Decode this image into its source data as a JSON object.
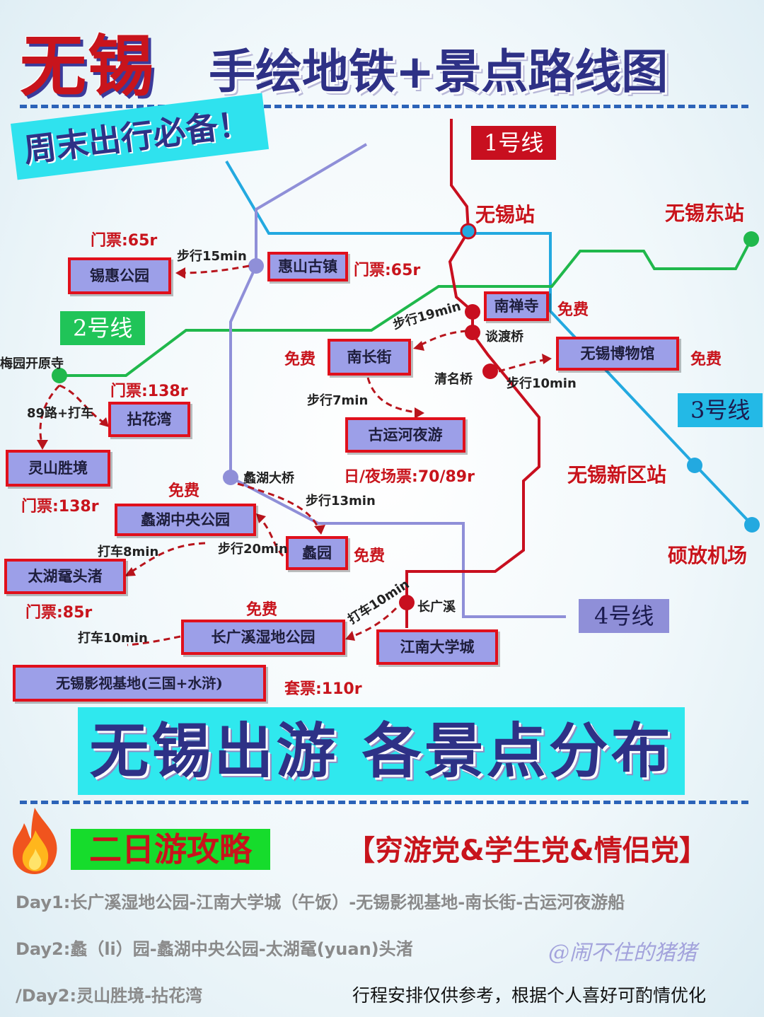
{
  "header": {
    "city": "无锡",
    "subtitle": "手绘地铁+景点路线图",
    "weekend_banner": "周末出行必备！"
  },
  "lines": {
    "line1": "1号线",
    "line2": "2号线",
    "line3": "3号线",
    "line4": "4号线",
    "colors": {
      "line1": "#c80f1f",
      "line2": "#20b84c",
      "line3": "#23a9e0",
      "line4": "#8f8fd8"
    }
  },
  "stations": {
    "wuxi_station": "无锡站",
    "wuxi_east": "无锡东站",
    "wuxi_xinqu": "无锡新区站",
    "shuofang_airport": "硕放机场",
    "meiyuan": "梅园开原寺",
    "huishan": "惠山古镇",
    "nanchansi": "南禅寺",
    "tandu_bridge": "谈渡桥",
    "qingming_bridge": "清名桥",
    "lihu_bridge": "蠡湖大桥",
    "changguangxi": "长广溪"
  },
  "spots": {
    "xihui_park": "锡惠公园",
    "nanchang_street": "南长街",
    "wuxi_museum": "无锡博物馆",
    "canal_night": "古运河夜游",
    "nianhuawan": "拈花湾",
    "lingshan": "灵山胜境",
    "lihu_park": "蠡湖中央公园",
    "liyuan": "蠡园",
    "yuantouzhu": "太湖鼋头渚",
    "changguangxi_park": "长广溪湿地公园",
    "jiangnan_univ": "江南大学城",
    "film_base": "无锡影视基地(三国+水浒)"
  },
  "tickets": {
    "xihui": "门票:65r",
    "huishan": "门票:65r",
    "nanchansi": "免费",
    "nanchang": "免费",
    "museum": "免费",
    "nianhuawan": "门票:138r",
    "lingshan": "门票:138r",
    "canal": "日/夜场票:70/89r",
    "lihu_park": "免费",
    "liyuan": "免费",
    "yuantouzhu": "门票:85r",
    "changguangxi": "免费",
    "film_base": "套票:110r"
  },
  "routes": {
    "walk15": "步行15min",
    "walk19": "步行19min",
    "walk7": "步行7min",
    "walk10": "步行10min",
    "bus89": "89路+打车",
    "walk13": "步行13min",
    "walk20": "步行20min",
    "taxi8": "打车8min",
    "taxi10a": "打车10min",
    "taxi10b": "打车10min"
  },
  "banner": "无锡出游  各景点分布",
  "guide": {
    "title": "二日游攻略",
    "audience": "【穷游党&学生党&情侣党】",
    "day1": "Day1:长广溪湿地公园-江南大学城（午饭）-无锡影视基地-南长街-古运河夜游船",
    "day2": "Day2:蠡（li）园-蠡湖中央公园-太湖鼋(yuan)头渚",
    "day2_alt": "/Day2:灵山胜境-拈花湾",
    "watermark": "@闹不住的猪猪",
    "disclaimer": "行程安排仅供参考，根据个人喜好可酌情优化"
  }
}
